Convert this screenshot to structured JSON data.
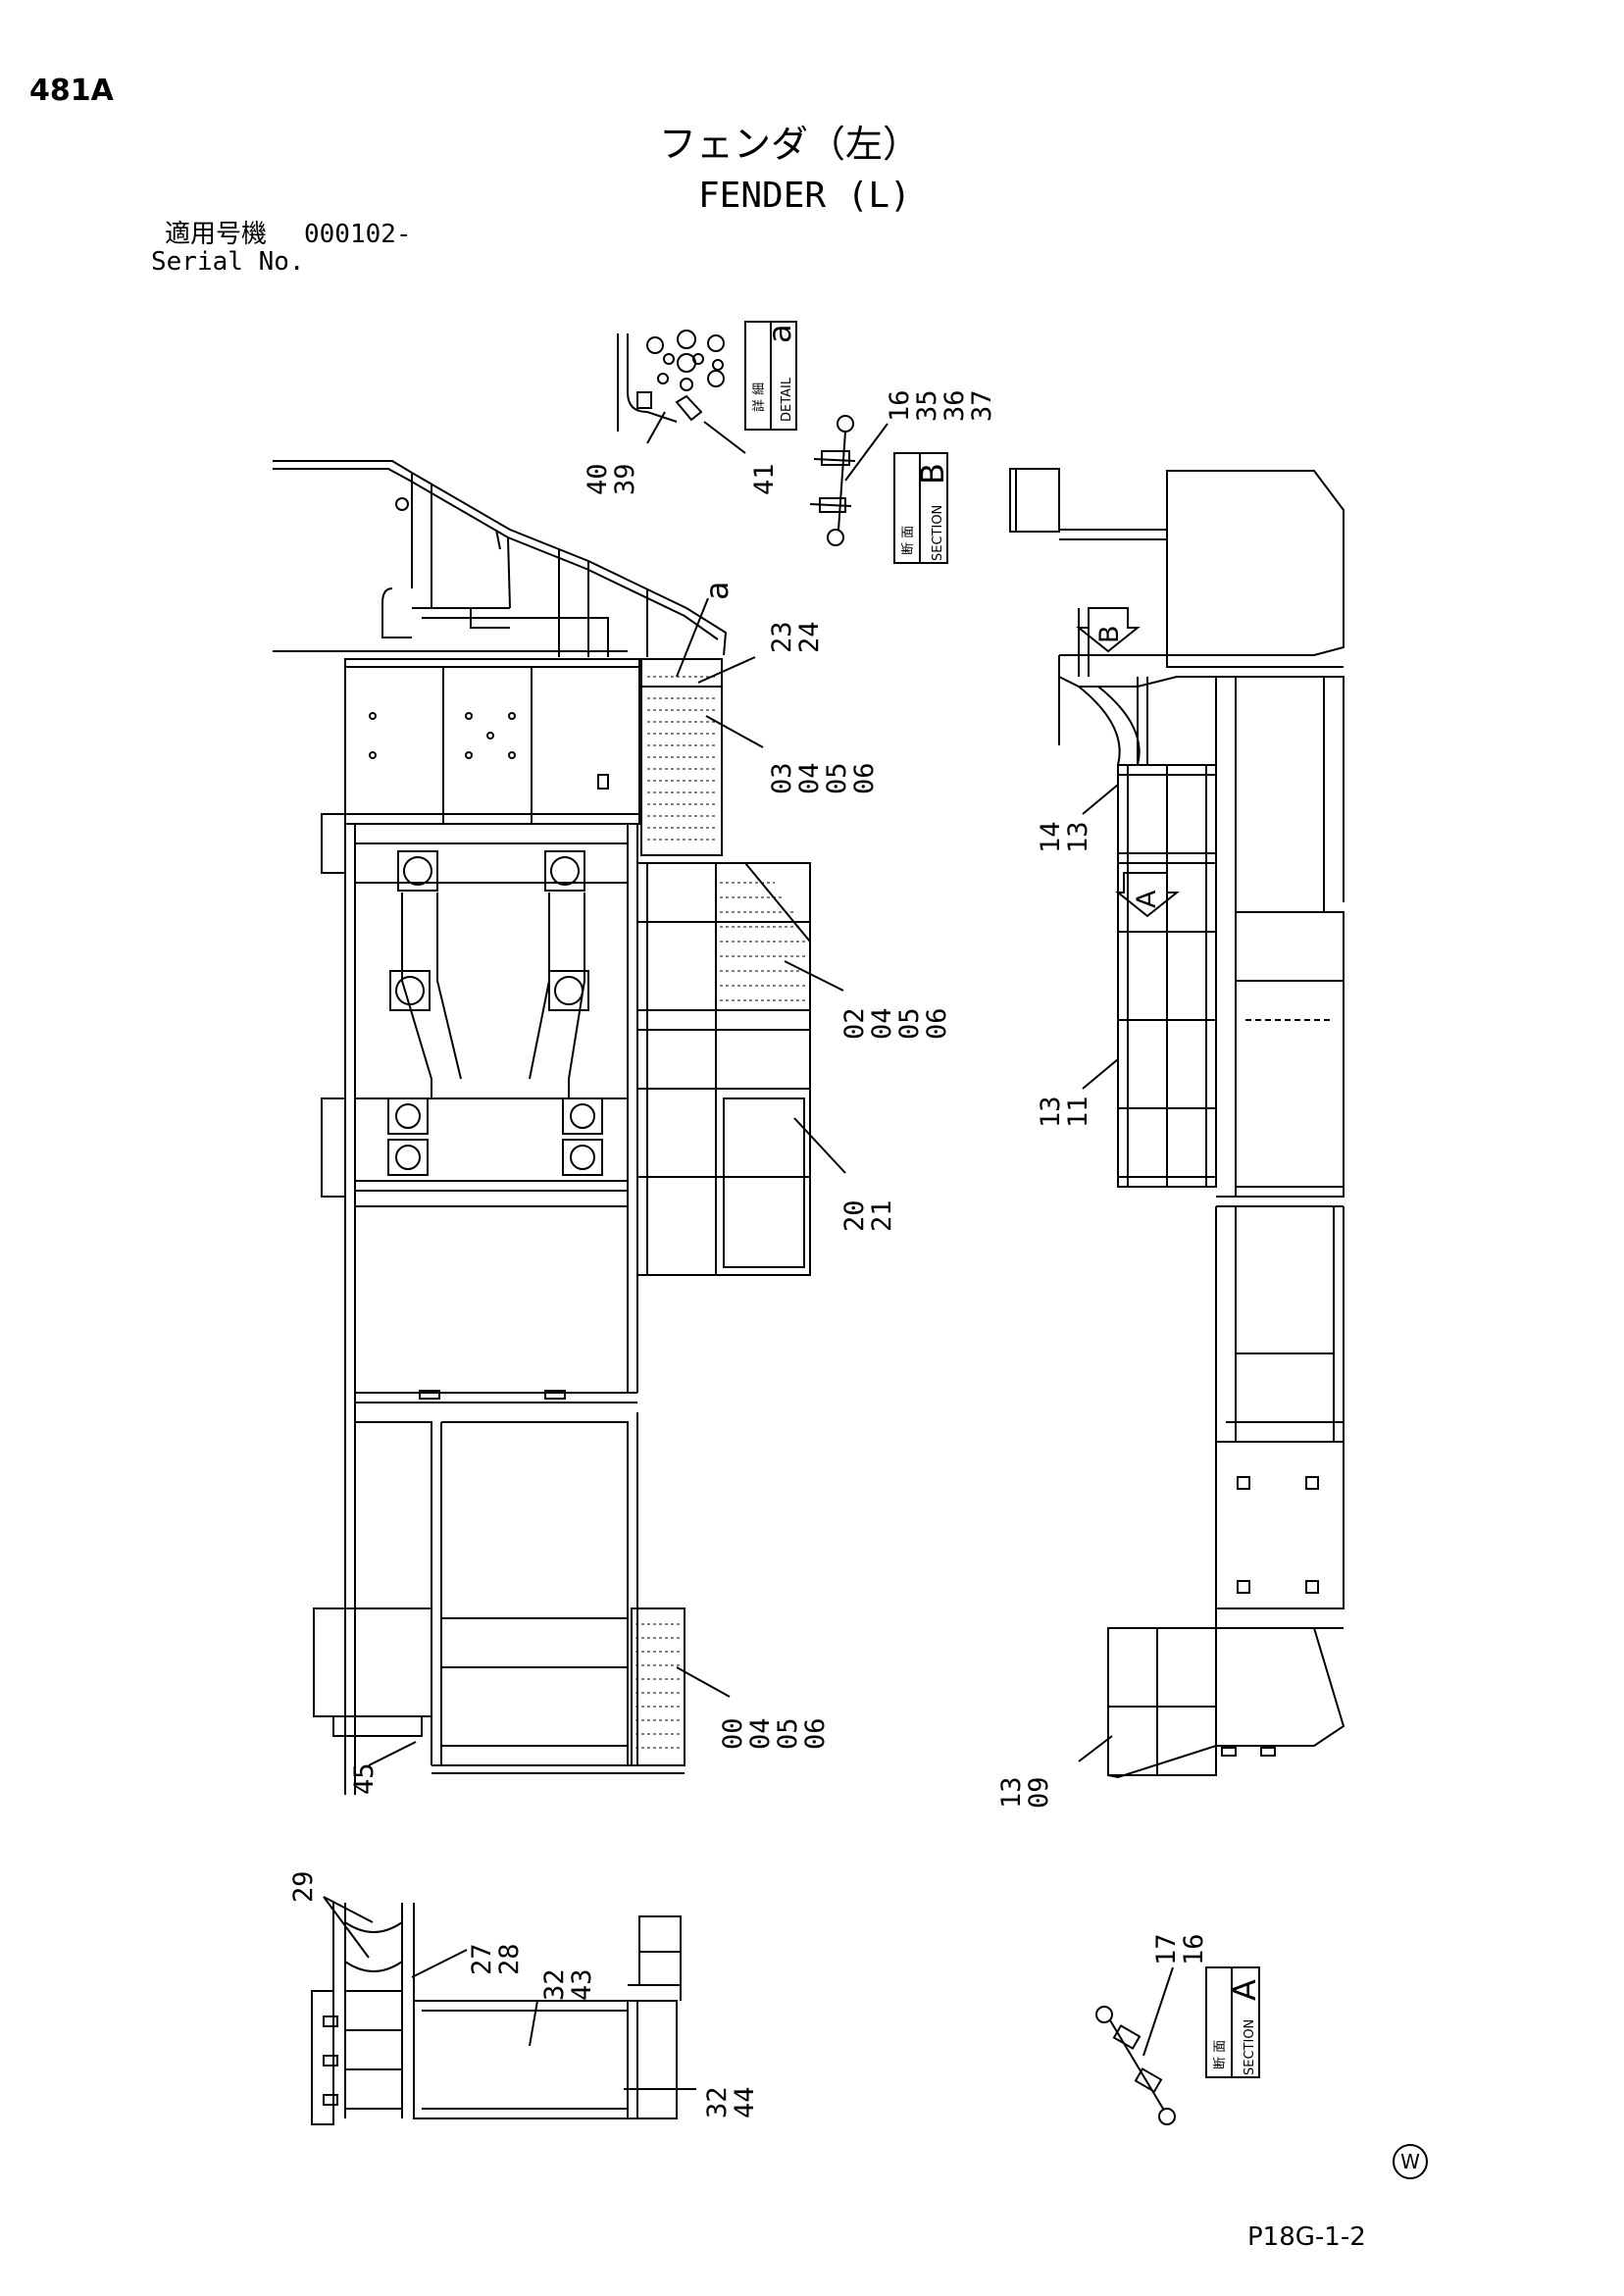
{
  "header": {
    "page_code": "481A",
    "title_jp": "フェンダ（左）",
    "title_en": "FENDER (L)",
    "serial_jp_label": "適用号機",
    "serial_value": "000102-",
    "serial_en_label": "Serial No."
  },
  "footer": {
    "page_ref": "P18G-1-2",
    "w_mark": "W"
  },
  "boxes": {
    "detail": {
      "jp": "詳 細",
      "en": "DETAIL",
      "letter": "a"
    },
    "section_b": {
      "jp": "断 面",
      "en": "SECTION",
      "letter": "B"
    },
    "section_a": {
      "jp": "断 面",
      "en": "SECTION",
      "letter": "A"
    }
  },
  "markers": {
    "a": "a",
    "arrow_b": "B",
    "arrow_a": "A"
  },
  "callouts": {
    "c_40_39": [
      "40",
      "39"
    ],
    "c_41": [
      "41"
    ],
    "c_16_37": [
      "16",
      "35",
      "36",
      "37"
    ],
    "c_23_24": [
      "23",
      "24"
    ],
    "c_03_06": [
      "03",
      "04",
      "05",
      "06"
    ],
    "c_02_06": [
      "02",
      "04",
      "05",
      "06"
    ],
    "c_20_21": [
      "20",
      "21"
    ],
    "c_00_06": [
      "00",
      "04",
      "05",
      "06"
    ],
    "c_45": [
      "45"
    ],
    "c_14_13": [
      "14",
      "13"
    ],
    "c_13_11": [
      "13",
      "11"
    ],
    "c_13_09": [
      "13",
      "09"
    ],
    "c_29": [
      "29"
    ],
    "c_27_28": [
      "27",
      "28"
    ],
    "c_32_43": [
      "32",
      "43"
    ],
    "c_32_44": [
      "32",
      "44"
    ],
    "c_17_16": [
      "17",
      "16"
    ]
  }
}
